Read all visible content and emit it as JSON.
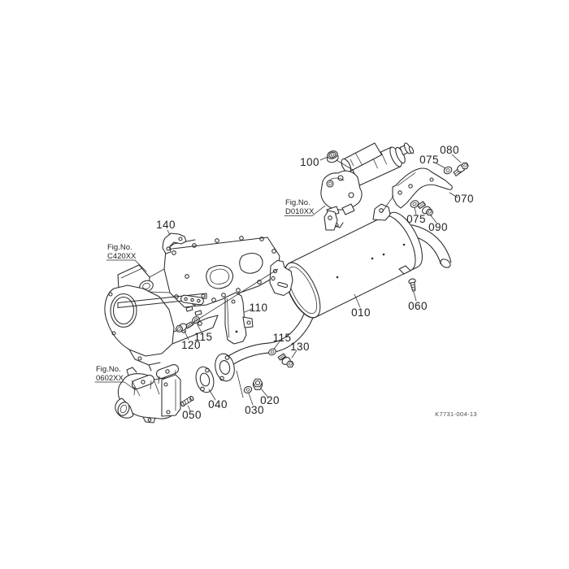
{
  "canvas": {
    "background": "#ffffff",
    "ink": "#2b2b2b"
  },
  "figure_refs": {
    "d010": {
      "line1": "Fig.No.",
      "line2": "D010XX"
    },
    "c420": {
      "line1": "Fig.No.",
      "line2": "C420XX"
    },
    "m0602": {
      "line1": "Fig.No.",
      "line2": "0602XX"
    }
  },
  "callouts": {
    "c010": "010",
    "c020": "020",
    "c030": "030",
    "c040": "040",
    "c050": "050",
    "c060": "060",
    "c070": "070",
    "c075_upper": "075",
    "c075_lower": "075",
    "c080": "080",
    "c090": "090",
    "c100": "100",
    "c110": "110",
    "c115_left": "115",
    "c115_right": "115",
    "c120": "120",
    "c130": "130",
    "c140": "140"
  },
  "footer": {
    "drawing_number": "K7731-004-13"
  }
}
